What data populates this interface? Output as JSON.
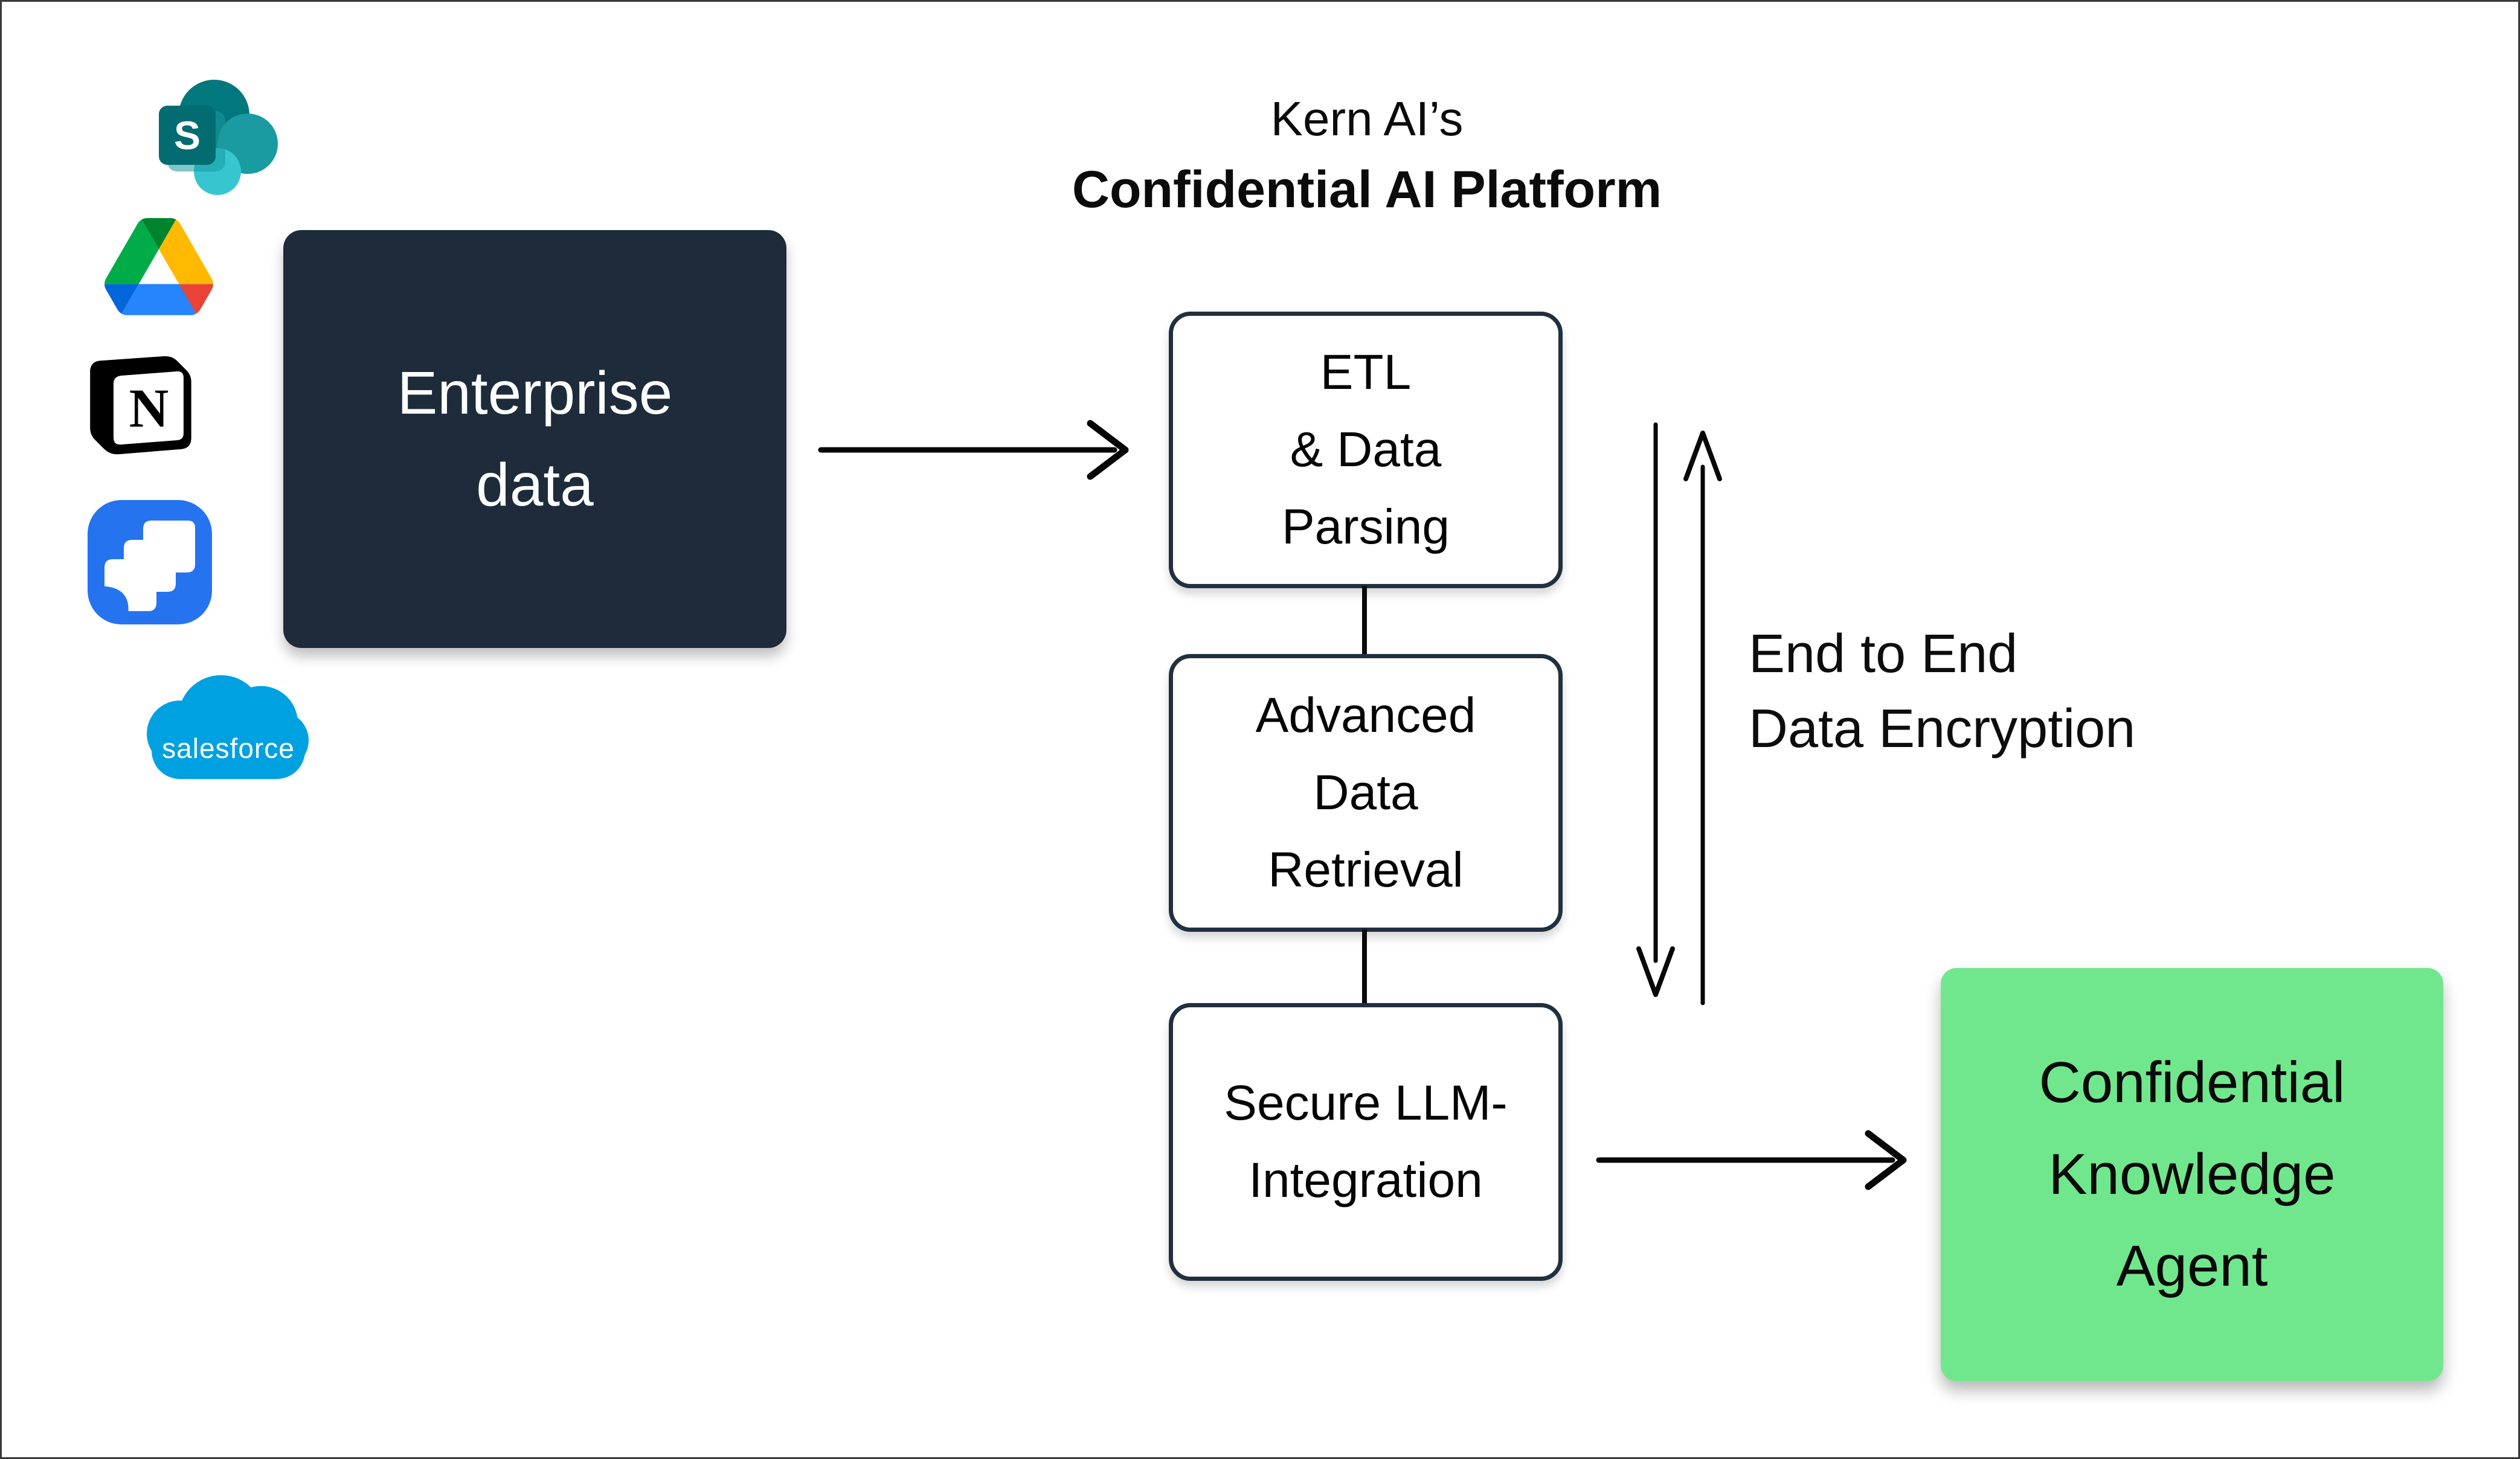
{
  "title": {
    "line1": "Kern AI’s",
    "line2": "Confidential AI Platform"
  },
  "source_icons": {
    "sharepoint": {
      "name": "SharePoint",
      "letter": "S"
    },
    "google_drive": {
      "name": "Google Drive"
    },
    "notion": {
      "name": "Notion",
      "letter": "N"
    },
    "jira": {
      "name": "Jira"
    },
    "salesforce": {
      "name": "Salesforce",
      "wordmark": "salesforce"
    }
  },
  "nodes": {
    "enterprise_data": {
      "lines": [
        "Enterprise",
        "data"
      ]
    },
    "etl": {
      "lines": [
        "ETL",
        "& Data",
        "Parsing"
      ]
    },
    "advanced_retrieval": {
      "lines": [
        "Advanced",
        "Data",
        "Retrieval"
      ]
    },
    "secure_llm": {
      "lines": [
        "Secure LLM-",
        "Integration"
      ]
    },
    "knowledge_agent": {
      "lines": [
        "Confidential",
        "Knowledge",
        "Agent"
      ]
    }
  },
  "annotations": {
    "encryption": {
      "line1": "End to End",
      "line2": "Data Encryption"
    }
  },
  "colors": {
    "ink": "#0B0B0B",
    "navy": "#1D2B3A",
    "box-border": "#20303F",
    "green": "#71E78D",
    "sp-dark": "#036C70",
    "sp-dark2": "#03787C",
    "sp-mid": "#1A9BA1",
    "sp-light": "#37C6D0",
    "jira-blue": "#2673F0",
    "salesforce-blue": "#00A1E0"
  }
}
